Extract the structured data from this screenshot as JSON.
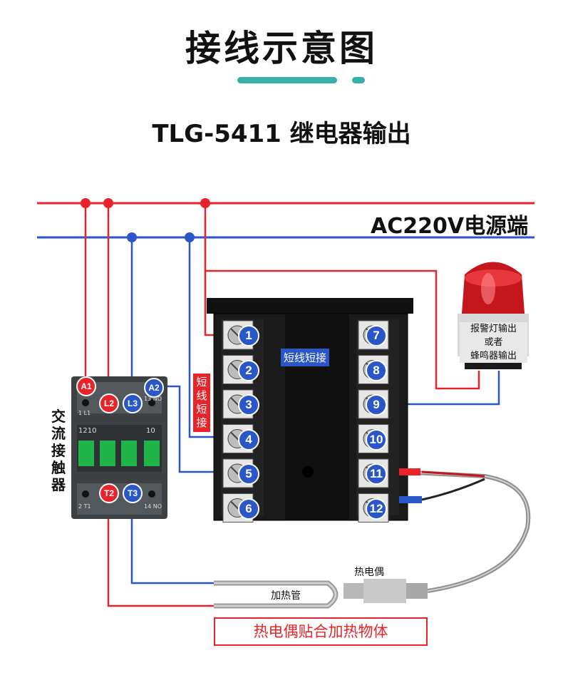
{
  "title": "接线示意图",
  "subtitle": "TLG-5411 继电器输出",
  "power_label": "AC220V电源端",
  "short_label_h": "短线短接",
  "short_label_v": "短线短接",
  "contactor_label": "交流接触器",
  "contactor_terminals": {
    "A1": "A1",
    "L2": "L2",
    "L3": "L3",
    "A2": "A2",
    "T2": "T2",
    "T3": "T3"
  },
  "contactor_small": {
    "top_l": "1 L1",
    "top_r": "13 NO",
    "mid_l": "1210",
    "mid_r": "10",
    "bot_l": "2 T1",
    "bot_r": "14 NO"
  },
  "controller_terminals": [
    "1",
    "2",
    "3",
    "4",
    "5",
    "6",
    "7",
    "8",
    "9",
    "10",
    "11",
    "12"
  ],
  "alarm_label_1": "报警灯输出",
  "alarm_label_2": "或者",
  "alarm_label_3": "蜂鸣器输出",
  "thermocouple_label": "热电偶",
  "heater_label": "加热管",
  "bottom_note": "热电偶贴合加热物体",
  "colors": {
    "live": "#e8232a",
    "neutral": "#2a57c8",
    "accent": "#3aaea8"
  }
}
